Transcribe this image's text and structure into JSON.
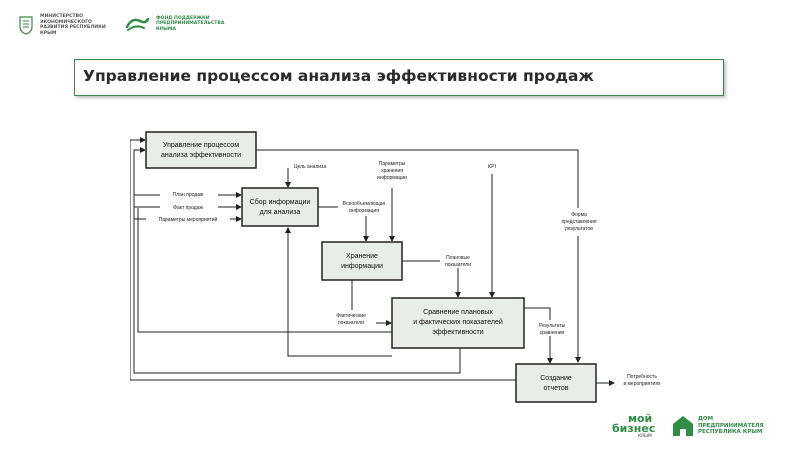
{
  "header": {
    "ministry_text": "Министерство экономического развития Республики Крым",
    "fund_text": "Фонд поддержки предпринимательства Крыма"
  },
  "slide_title": "Управление процессом анализа эффективности продаж",
  "diagram": {
    "boxes": {
      "manage": [
        "Управление процессом",
        "анализа эффективности"
      ],
      "collect": [
        "Сбор информации",
        "для анализа"
      ],
      "store": [
        "Хранение",
        "информации"
      ],
      "compare": [
        "Сравнение плановых",
        "и фактических показателей",
        "эффективности"
      ],
      "report": [
        "Создание",
        "отчетов"
      ]
    },
    "inputs": {
      "plan": "План продаж",
      "fact": "Факт продаж",
      "params": "Параметры мероприятий"
    },
    "labels": {
      "goals": "Цель анализа",
      "storage_params": [
        "Параметры",
        "хранения",
        "информации"
      ],
      "kpi": "KPI",
      "report_form": [
        "Форма",
        "представления",
        "результатов"
      ],
      "collected": [
        "Всеообъемлющая",
        "информация"
      ],
      "planned": [
        "Плановые",
        "показатели"
      ],
      "actual": [
        "Фактические",
        "показатели"
      ],
      "results": [
        "Результаты",
        "сравнения"
      ],
      "output": [
        "Потребность",
        "в мероприятиях"
      ]
    }
  },
  "footer": {
    "moi_biznes": [
      "мой",
      "бизнес"
    ],
    "moi_sub": "КРЫМ",
    "dom_text": "Дом предпринимателя Республика Крым"
  },
  "colors": {
    "accent": "#3c8a4a",
    "box_fill": "#e7eee8",
    "brand_green": "#2f8d46"
  }
}
